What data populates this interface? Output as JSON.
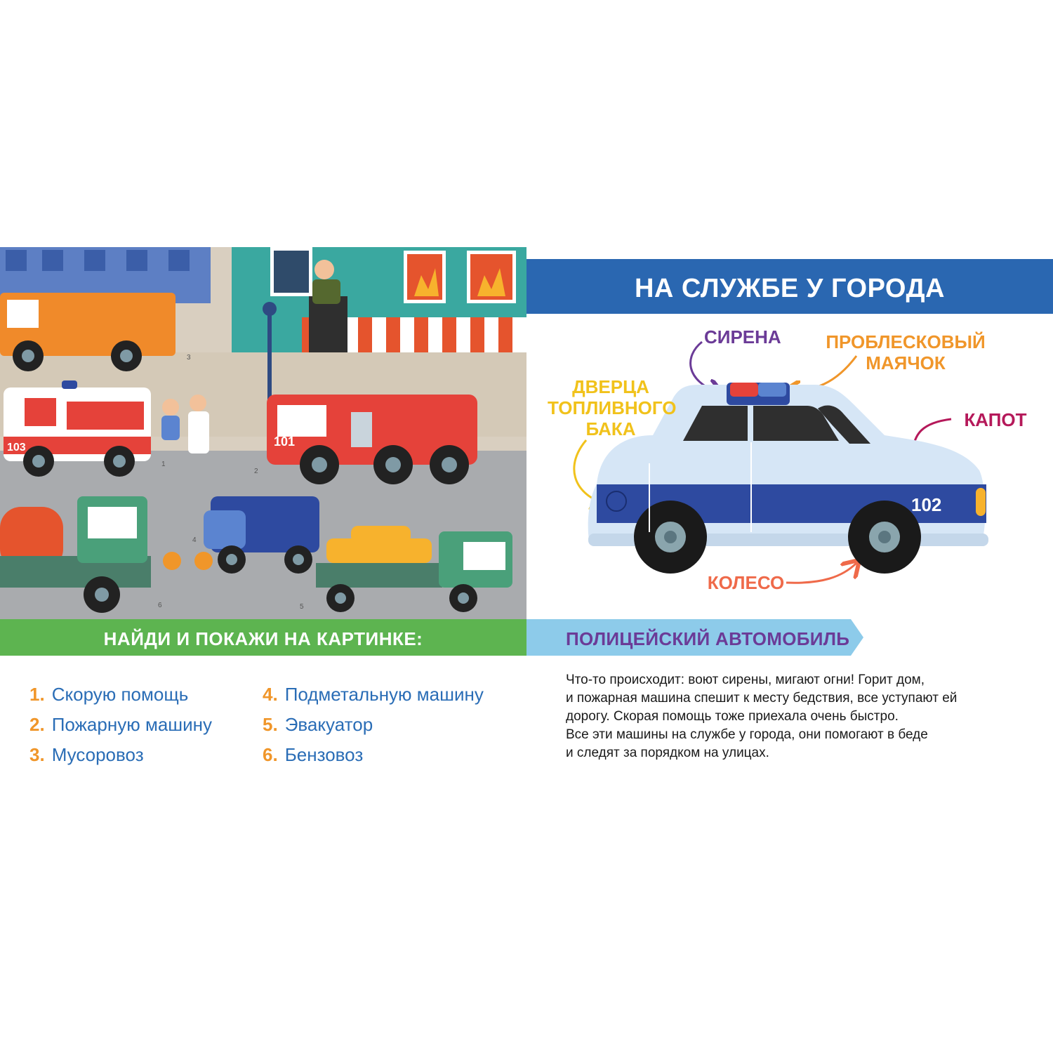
{
  "find_title": "НАЙДИ И ПОКАЖИ НА КАРТИНКЕ:",
  "find_items": [
    {
      "num": "1.",
      "label": "Скорую помощь"
    },
    {
      "num": "2.",
      "label": "Пожарную машину"
    },
    {
      "num": "3.",
      "label": "Мусоровоз"
    },
    {
      "num": "4.",
      "label": "Подметальную машину"
    },
    {
      "num": "5.",
      "label": "Эвакуатор"
    },
    {
      "num": "6.",
      "label": "Бензовоз"
    }
  ],
  "header_title": "НА СЛУЖБЕ У ГОРОДА",
  "car_labels": {
    "siren": "СИРЕНА",
    "beacon_line1": "ПРОБЛЕСКОВЫЙ",
    "beacon_line2": "МАЯЧОК",
    "fuel_line1": "ДВЕРЦА",
    "fuel_line2": "ТОПЛИВНОГО",
    "fuel_line3": "БАКА",
    "hood": "КАПОТ",
    "wheel": "КОЛЕСО"
  },
  "police_plate": "102",
  "scene": {
    "ambulance_number": "103",
    "fire_truck_number": "101",
    "markers": [
      "1",
      "2",
      "3",
      "4",
      "5",
      "6"
    ]
  },
  "vehicle_title": "ПОЛИЦЕЙСКИЙ АВТОМОБИЛЬ",
  "description": [
    "Что-то происходит: воют сирены, мигают огни! Горит дом,",
    "и пожарная машина спешит к месту бедствия, все уступают ей",
    "дорогу. Скорая помощь тоже приехала очень быстро.",
    "Все эти машины на службе у города, они помогают в беде",
    "и следят за порядком на улицах."
  ],
  "colors": {
    "header_blue": "#2a67b1",
    "find_green": "#5db450",
    "banner_light_blue": "#8dcbea",
    "banner_text_purple": "#6b3b97",
    "list_number_orange": "#f0962a",
    "list_text_blue": "#2a6db6",
    "label_purple": "#6b3b97",
    "label_orange": "#f0962a",
    "label_yellow": "#f1c21b",
    "label_crimson": "#b5195a",
    "label_coral": "#ef6a4a"
  }
}
